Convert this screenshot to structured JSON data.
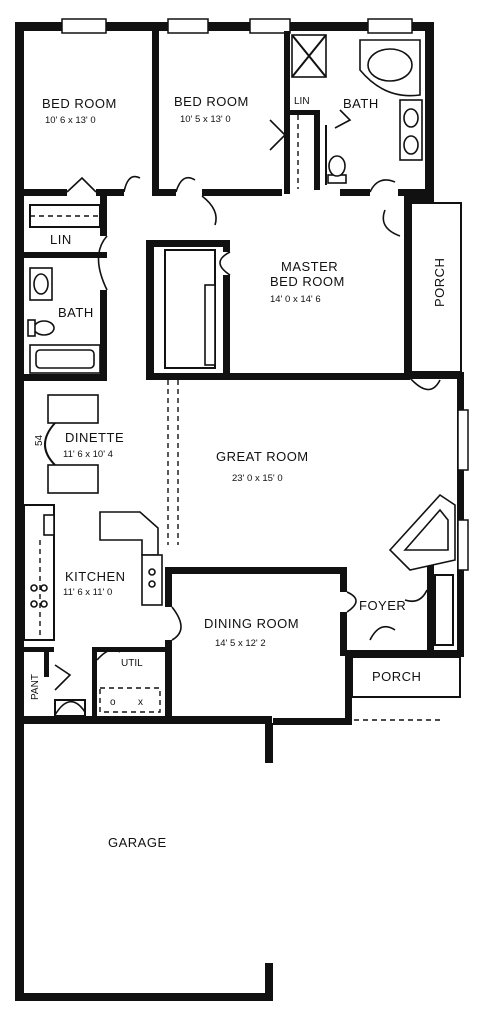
{
  "rooms": {
    "bed_room_1": {
      "name": "BED ROOM",
      "dims": "10' 6 x 13' 0"
    },
    "bed_room_2": {
      "name": "BED ROOM",
      "dims": "10' 5 x 13' 0"
    },
    "bath_master": {
      "name": "BATH"
    },
    "lin_master": {
      "name": "LIN"
    },
    "master_bed_room": {
      "name_line1": "MASTER",
      "name_line2": "BED ROOM",
      "dims": "14' 0 x 14' 6"
    },
    "porch_side": {
      "name": "PORCH"
    },
    "lin_hall": {
      "name": "LIN"
    },
    "bath_hall": {
      "name": "BATH"
    },
    "dinette": {
      "name": "DINETTE",
      "dims": "11' 6 x 10' 4"
    },
    "great_room": {
      "name": "GREAT ROOM",
      "dims": "23' 0 x 15' 0"
    },
    "kitchen": {
      "name": "KITCHEN",
      "dims": "11' 6 x 11' 0"
    },
    "dining_room": {
      "name": "DINING ROOM",
      "dims": "14' 5 x 12' 2"
    },
    "foyer": {
      "name": "FOYER"
    },
    "porch_front": {
      "name": "PORCH"
    },
    "util": {
      "name": "UTIL"
    },
    "pant": {
      "name": "PANT"
    },
    "garage": {
      "name": "GARAGE"
    }
  },
  "fixtures": {
    "dinette_note": "54"
  }
}
